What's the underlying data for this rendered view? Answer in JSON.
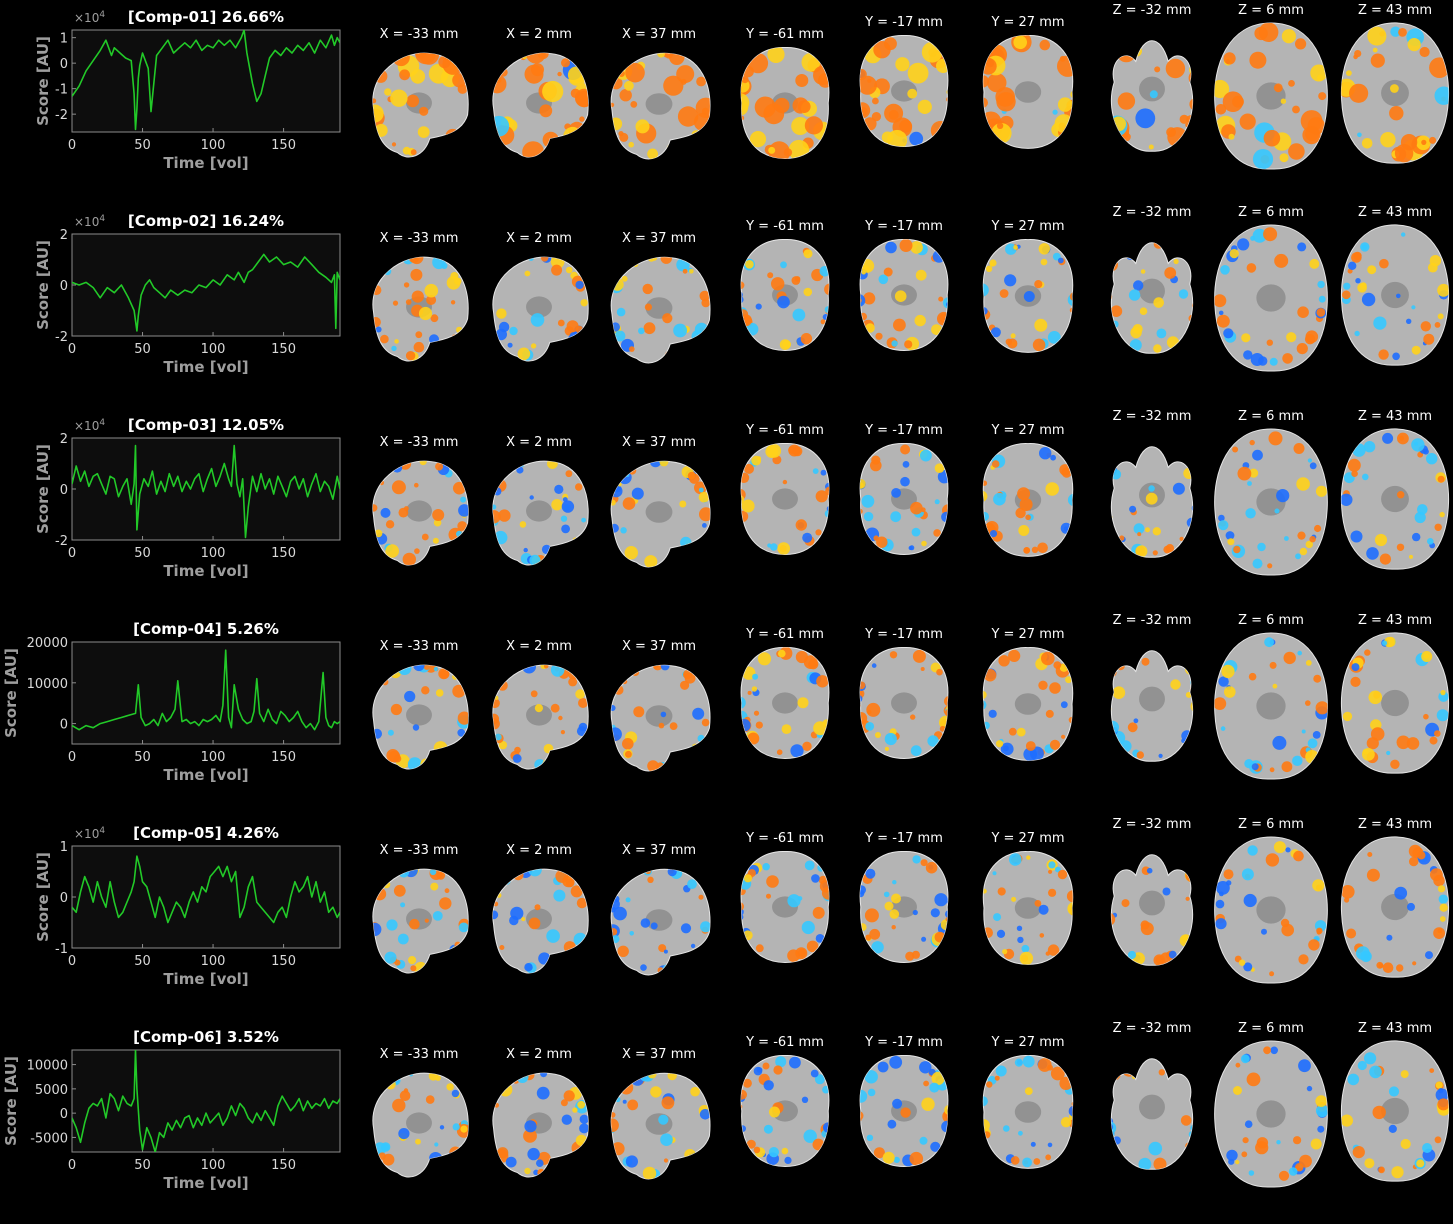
{
  "colors": {
    "background": "#000000",
    "plot_background": "#0d0d0d",
    "axes": "#8c8c8c",
    "label_gray": "#9e9e9e",
    "series": "#22c928",
    "brain_gray": "#b4b4b4",
    "positive_hot": "#ff7a12",
    "positive_yellow": "#ffd21a",
    "negative_cool": "#1e6eff",
    "negative_cyan": "#35c8ff"
  },
  "slice_coords": [
    "X = -33 mm",
    "X = 2 mm",
    "X = 37 mm",
    "Y = -61 mm",
    "Y = -17 mm",
    "Y = 27 mm",
    "Z = -32 mm",
    "Z = 6 mm",
    "Z = 43 mm"
  ],
  "chart_data": [
    {
      "type": "line",
      "title": "[Comp-01] 26.66%",
      "xlabel": "Time [vol]",
      "ylabel": "Score [AU]",
      "y_exponent": "×10",
      "y_exponent_power": "4",
      "xlim": [
        0,
        190
      ],
      "ylim": [
        -2.7,
        1.3
      ],
      "x_ticks": [
        0,
        50,
        100,
        150
      ],
      "y_ticks": [
        -2,
        -1,
        0,
        1
      ],
      "grid": false,
      "series": [
        {
          "x": [
            0,
            5,
            10,
            15,
            20,
            24,
            28,
            30,
            34,
            38,
            42,
            44,
            45,
            46,
            47,
            48,
            50,
            54,
            56,
            58,
            60,
            64,
            68,
            72,
            76,
            80,
            84,
            88,
            92,
            96,
            100,
            104,
            108,
            112,
            116,
            118,
            120,
            122,
            124,
            126,
            128,
            131,
            134,
            137,
            140,
            144,
            148,
            152,
            156,
            160,
            164,
            168,
            172,
            176,
            180,
            184,
            186,
            188,
            190
          ],
          "values": [
            -1.3,
            -0.9,
            -0.3,
            0.1,
            0.5,
            0.9,
            0.3,
            0.6,
            0.4,
            0.2,
            0.1,
            -1.2,
            -2.6,
            -1.8,
            -0.6,
            -0.1,
            0.4,
            -0.2,
            -1.9,
            -0.8,
            0.3,
            0.6,
            0.9,
            0.4,
            0.6,
            0.8,
            0.6,
            0.9,
            0.5,
            0.7,
            0.6,
            0.9,
            0.7,
            0.9,
            0.6,
            0.8,
            1.0,
            1.3,
            0.4,
            -0.2,
            -0.8,
            -1.5,
            -1.2,
            -0.5,
            0.2,
            0.5,
            0.3,
            0.6,
            0.4,
            0.7,
            0.5,
            0.8,
            0.4,
            0.9,
            0.6,
            1.1,
            0.7,
            1.0,
            0.8
          ]
        }
      ]
    },
    {
      "type": "line",
      "title": "[Comp-02] 16.24%",
      "xlabel": "Time [vol]",
      "ylabel": "Score [AU]",
      "y_exponent": "×10",
      "y_exponent_power": "4",
      "xlim": [
        0,
        190
      ],
      "ylim": [
        -2,
        2
      ],
      "x_ticks": [
        0,
        50,
        100,
        150
      ],
      "y_ticks": [
        -2,
        0,
        2
      ],
      "grid": false,
      "series": [
        {
          "x": [
            0,
            5,
            10,
            15,
            20,
            25,
            30,
            35,
            40,
            44,
            46,
            47,
            49,
            52,
            55,
            58,
            62,
            66,
            70,
            75,
            80,
            85,
            90,
            95,
            100,
            105,
            110,
            115,
            118,
            122,
            125,
            128,
            132,
            136,
            140,
            145,
            150,
            155,
            160,
            165,
            170,
            175,
            180,
            184,
            186,
            187,
            188,
            190
          ],
          "values": [
            0.1,
            0.0,
            0.1,
            -0.1,
            -0.5,
            -0.1,
            -0.3,
            0.0,
            -0.5,
            -1.0,
            -1.8,
            -1.2,
            -0.4,
            0.0,
            0.2,
            -0.1,
            -0.3,
            -0.5,
            -0.2,
            -0.4,
            -0.2,
            -0.3,
            0.0,
            -0.1,
            0.2,
            0.0,
            0.4,
            0.2,
            0.5,
            0.1,
            0.5,
            0.6,
            0.9,
            1.2,
            0.9,
            1.1,
            0.8,
            0.9,
            0.7,
            1.1,
            0.8,
            0.5,
            0.3,
            0.1,
            0.4,
            -1.7,
            0.5,
            0.2
          ]
        }
      ]
    },
    {
      "type": "line",
      "title": "[Comp-03] 12.05%",
      "xlabel": "Time [vol]",
      "ylabel": "Score [AU]",
      "y_exponent": "×10",
      "y_exponent_power": "4",
      "xlim": [
        0,
        190
      ],
      "ylim": [
        -2,
        2
      ],
      "x_ticks": [
        0,
        50,
        100,
        150
      ],
      "y_ticks": [
        -2,
        0,
        2
      ],
      "grid": false,
      "series": [
        {
          "x": [
            0,
            3,
            6,
            9,
            12,
            15,
            18,
            21,
            24,
            27,
            30,
            33,
            36,
            39,
            42,
            44,
            45,
            46,
            48,
            51,
            54,
            57,
            60,
            63,
            66,
            69,
            72,
            75,
            78,
            81,
            84,
            87,
            90,
            93,
            96,
            99,
            102,
            105,
            108,
            111,
            113,
            115,
            117,
            119,
            121,
            123,
            125,
            128,
            131,
            134,
            137,
            140,
            143,
            146,
            149,
            152,
            155,
            158,
            161,
            164,
            167,
            170,
            173,
            176,
            179,
            182,
            185,
            188,
            190
          ],
          "values": [
            0.2,
            0.9,
            0.3,
            0.7,
            0.1,
            0.5,
            0.6,
            0.2,
            -0.2,
            0.5,
            0.4,
            -0.3,
            0.1,
            0.4,
            -0.6,
            0.2,
            1.7,
            -1.6,
            -0.2,
            0.4,
            0.1,
            0.7,
            -0.2,
            0.3,
            -0.1,
            0.6,
            0.1,
            0.5,
            -0.1,
            0.3,
            0.0,
            0.4,
            0.6,
            -0.1,
            0.4,
            0.8,
            0.1,
            0.5,
            1.0,
            0.4,
            0.1,
            1.7,
            0.2,
            -0.3,
            0.4,
            -1.9,
            -0.7,
            0.5,
            -0.1,
            0.6,
            0.0,
            0.4,
            -0.2,
            0.5,
            0.1,
            -0.3,
            0.3,
            0.5,
            0.0,
            0.4,
            -0.3,
            0.2,
            0.6,
            -0.1,
            0.3,
            0.1,
            -0.4,
            0.5,
            0.0
          ]
        }
      ]
    },
    {
      "type": "line",
      "title": "[Comp-04] 5.26%",
      "xlabel": "Time [vol]",
      "ylabel": "Score [AU]",
      "y_exponent": "",
      "y_exponent_power": "",
      "xlim": [
        0,
        190
      ],
      "ylim": [
        -5000,
        20000
      ],
      "x_ticks": [
        0,
        50,
        100,
        150
      ],
      "y_ticks": [
        0,
        10000,
        20000
      ],
      "grid": false,
      "series": [
        {
          "x": [
            0,
            5,
            10,
            15,
            20,
            25,
            30,
            35,
            40,
            45,
            47,
            49,
            52,
            55,
            58,
            61,
            64,
            67,
            70,
            73,
            75,
            78,
            81,
            84,
            87,
            90,
            93,
            96,
            99,
            102,
            105,
            107,
            109,
            111,
            113,
            115,
            118,
            121,
            124,
            127,
            129,
            131,
            133,
            136,
            139,
            142,
            145,
            148,
            151,
            154,
            157,
            160,
            163,
            166,
            169,
            172,
            175,
            178,
            180,
            182,
            184,
            186,
            188,
            190
          ],
          "values": [
            -500,
            -1500,
            -500,
            -1000,
            0,
            500,
            1000,
            1500,
            2000,
            2500,
            9500,
            1500,
            -500,
            0,
            1000,
            -500,
            2500,
            500,
            1500,
            3500,
            10500,
            500,
            1000,
            0,
            500,
            -500,
            1000,
            500,
            1000,
            2000,
            500,
            4500,
            18000,
            1500,
            -1000,
            9500,
            3500,
            1000,
            0,
            500,
            3000,
            11000,
            2500,
            500,
            3500,
            1000,
            0,
            3000,
            2000,
            500,
            1500,
            3000,
            500,
            -1000,
            0,
            -1500,
            500,
            12500,
            1500,
            -500,
            -1000,
            500,
            0,
            500
          ]
        }
      ]
    },
    {
      "type": "line",
      "title": "[Comp-05] 4.26%",
      "xlabel": "Time [vol]",
      "ylabel": "Score [AU]",
      "y_exponent": "×10",
      "y_exponent_power": "4",
      "xlim": [
        0,
        190
      ],
      "ylim": [
        -1,
        1
      ],
      "x_ticks": [
        0,
        50,
        100,
        150
      ],
      "y_ticks": [
        -1,
        0,
        1
      ],
      "grid": false,
      "series": [
        {
          "x": [
            0,
            3,
            6,
            9,
            12,
            15,
            18,
            21,
            24,
            27,
            30,
            33,
            36,
            39,
            42,
            44,
            46,
            48,
            50,
            53,
            56,
            59,
            62,
            65,
            68,
            71,
            74,
            77,
            80,
            83,
            86,
            89,
            92,
            95,
            98,
            101,
            104,
            107,
            110,
            113,
            116,
            119,
            122,
            125,
            128,
            131,
            134,
            137,
            140,
            143,
            146,
            149,
            152,
            155,
            158,
            161,
            164,
            167,
            170,
            173,
            176,
            179,
            182,
            185,
            188,
            190
          ],
          "values": [
            -0.2,
            -0.3,
            0.1,
            0.4,
            0.2,
            -0.1,
            0.3,
            0.0,
            -0.2,
            0.3,
            -0.1,
            -0.4,
            -0.3,
            -0.1,
            0.1,
            0.3,
            0.8,
            0.6,
            0.3,
            0.2,
            -0.1,
            -0.4,
            0.0,
            -0.2,
            -0.5,
            -0.3,
            -0.1,
            -0.2,
            -0.4,
            -0.1,
            0.1,
            -0.1,
            0.2,
            0.1,
            0.4,
            0.5,
            0.6,
            0.4,
            0.6,
            0.3,
            0.5,
            -0.4,
            -0.2,
            0.2,
            0.4,
            -0.1,
            -0.2,
            -0.3,
            -0.4,
            -0.5,
            -0.3,
            -0.2,
            -0.4,
            0.0,
            0.3,
            0.1,
            0.2,
            0.4,
            0.0,
            0.3,
            -0.1,
            0.1,
            -0.3,
            -0.2,
            -0.4,
            -0.3
          ]
        }
      ]
    },
    {
      "type": "line",
      "title": "[Comp-06] 3.52%",
      "xlabel": "Time [vol]",
      "ylabel": "Score [AU]",
      "y_exponent": "",
      "y_exponent_power": "",
      "xlim": [
        0,
        190
      ],
      "ylim": [
        -8000,
        13000
      ],
      "x_ticks": [
        0,
        50,
        100,
        150
      ],
      "y_ticks": [
        -5000,
        0,
        5000,
        10000
      ],
      "grid": false,
      "series": [
        {
          "x": [
            0,
            3,
            6,
            9,
            12,
            15,
            18,
            21,
            24,
            27,
            30,
            33,
            36,
            39,
            42,
            44,
            45,
            46,
            48,
            50,
            53,
            56,
            59,
            62,
            65,
            68,
            71,
            74,
            77,
            80,
            83,
            86,
            89,
            92,
            95,
            98,
            101,
            104,
            107,
            110,
            113,
            116,
            119,
            122,
            125,
            128,
            131,
            134,
            137,
            140,
            143,
            146,
            149,
            152,
            155,
            158,
            161,
            164,
            167,
            170,
            173,
            176,
            179,
            182,
            185,
            188,
            190
          ],
          "values": [
            -1000,
            -3000,
            -6000,
            -2000,
            1000,
            2000,
            1500,
            3000,
            -1000,
            4000,
            3000,
            500,
            3500,
            2000,
            1500,
            3000,
            13000,
            5000,
            -3500,
            -7500,
            -3000,
            -5000,
            -8000,
            -4000,
            -5000,
            -2000,
            -3500,
            -1500,
            -3000,
            -1000,
            -500,
            -3000,
            -1000,
            -2500,
            0,
            -2000,
            -1000,
            0,
            -2500,
            -1000,
            1500,
            -500,
            2000,
            1000,
            -1000,
            -2000,
            0,
            -1500,
            500,
            -1000,
            -2500,
            1500,
            3500,
            2000,
            500,
            1500,
            3000,
            500,
            2500,
            1000,
            2000,
            1500,
            3000,
            1000,
            2500,
            2000,
            3000
          ]
        }
      ]
    }
  ]
}
